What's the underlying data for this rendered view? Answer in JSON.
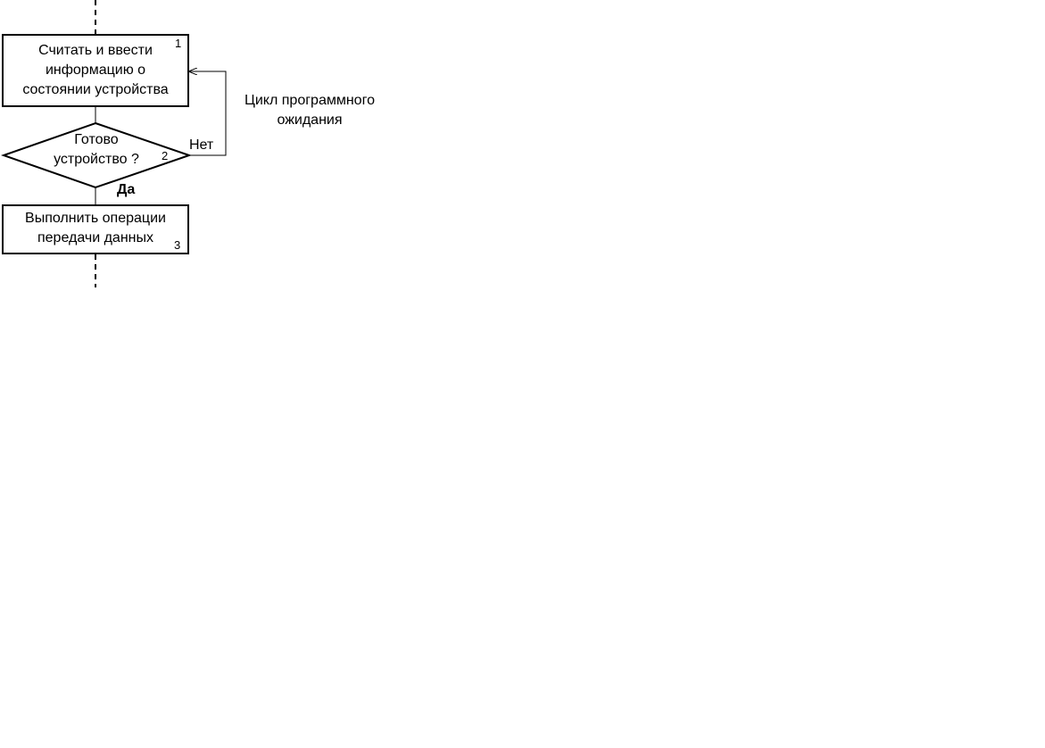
{
  "nodes": {
    "block1": {
      "lines": [
        "Считать и ввести",
        "информацию о",
        "состоянии устройства"
      ],
      "number": "1"
    },
    "decision2": {
      "lines": [
        "Готово",
        "устройство ?"
      ],
      "number": "2"
    },
    "block3": {
      "lines": [
        "Выполнить операции",
        "передачи данных"
      ],
      "number": "3"
    }
  },
  "edges": {
    "no_label": "Нет",
    "yes_label": "Да",
    "loop_label": [
      "Цикл программного",
      "ожидания"
    ]
  }
}
